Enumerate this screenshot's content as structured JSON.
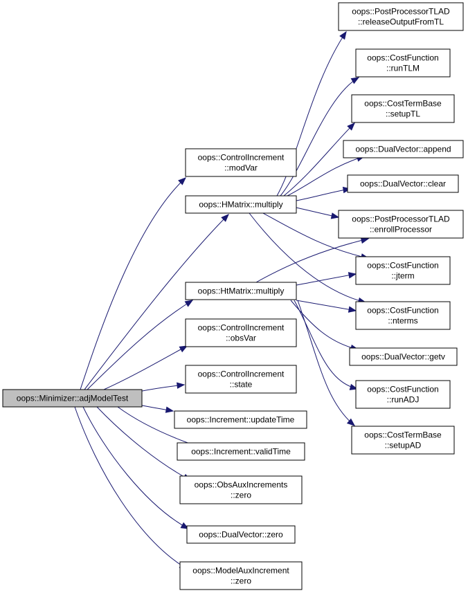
{
  "nodes": {
    "root": [
      "oops::Minimizer::adjModelTest"
    ],
    "ci_modvar": [
      "oops::ControlIncrement",
      "::modVar"
    ],
    "hmatrix": [
      "oops::HMatrix::multiply"
    ],
    "htmatrix": [
      "oops::HtMatrix::multiply"
    ],
    "ci_obsvar": [
      "oops::ControlIncrement",
      "::obsVar"
    ],
    "ci_state": [
      "oops::ControlIncrement",
      "::state"
    ],
    "inc_update": [
      "oops::Increment::updateTime"
    ],
    "inc_valid": [
      "oops::Increment::validTime"
    ],
    "obsaux_zero": [
      "oops::ObsAuxIncrements",
      "::zero"
    ],
    "dv_zero": [
      "oops::DualVector::zero"
    ],
    "modelaux_zero": [
      "oops::ModelAuxIncrement",
      "::zero"
    ],
    "pptlad_release": [
      "oops::PostProcessorTLAD",
      "::releaseOutputFromTL"
    ],
    "cf_runtlm": [
      "oops::CostFunction",
      "::runTLM"
    ],
    "ctb_setuptl": [
      "oops::CostTermBase",
      "::setupTL"
    ],
    "dv_append": [
      "oops::DualVector::append"
    ],
    "dv_clear": [
      "oops::DualVector::clear"
    ],
    "pptlad_enroll": [
      "oops::PostProcessorTLAD",
      "::enrollProcessor"
    ],
    "cf_jterm": [
      "oops::CostFunction",
      "::jterm"
    ],
    "cf_nterms": [
      "oops::CostFunction",
      "::nterms"
    ],
    "dv_getv": [
      "oops::DualVector::getv"
    ],
    "cf_runadj": [
      "oops::CostFunction",
      "::runADJ"
    ],
    "ctb_setupad": [
      "oops::CostTermBase",
      "::setupAD"
    ]
  },
  "edges": [
    [
      "root",
      "ci_modvar"
    ],
    [
      "root",
      "hmatrix"
    ],
    [
      "root",
      "htmatrix"
    ],
    [
      "root",
      "ci_obsvar"
    ],
    [
      "root",
      "ci_state"
    ],
    [
      "root",
      "inc_update"
    ],
    [
      "root",
      "inc_valid"
    ],
    [
      "root",
      "obsaux_zero"
    ],
    [
      "root",
      "dv_zero"
    ],
    [
      "root",
      "modelaux_zero"
    ],
    [
      "hmatrix",
      "pptlad_release"
    ],
    [
      "hmatrix",
      "cf_runtlm"
    ],
    [
      "hmatrix",
      "ctb_setuptl"
    ],
    [
      "hmatrix",
      "dv_append"
    ],
    [
      "hmatrix",
      "dv_clear"
    ],
    [
      "hmatrix",
      "pptlad_enroll"
    ],
    [
      "hmatrix",
      "cf_jterm"
    ],
    [
      "hmatrix",
      "cf_nterms"
    ],
    [
      "htmatrix",
      "pptlad_enroll"
    ],
    [
      "htmatrix",
      "cf_jterm"
    ],
    [
      "htmatrix",
      "cf_nterms"
    ],
    [
      "htmatrix",
      "dv_getv"
    ],
    [
      "htmatrix",
      "cf_runadj"
    ],
    [
      "htmatrix",
      "ctb_setupad"
    ]
  ],
  "colors": {
    "edge": "#191970",
    "root_fill": "#bfbfbf",
    "node_fill": "#ffffff",
    "node_border": "#000000"
  }
}
